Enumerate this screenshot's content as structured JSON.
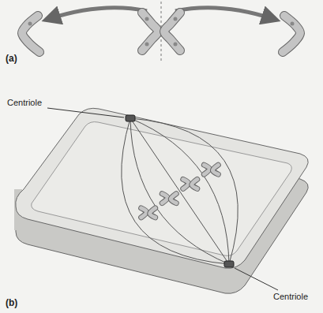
{
  "diagram": {
    "labels": [
      "(a)",
      "Centriole",
      "(b)",
      "Centriole"
    ]
  }
}
